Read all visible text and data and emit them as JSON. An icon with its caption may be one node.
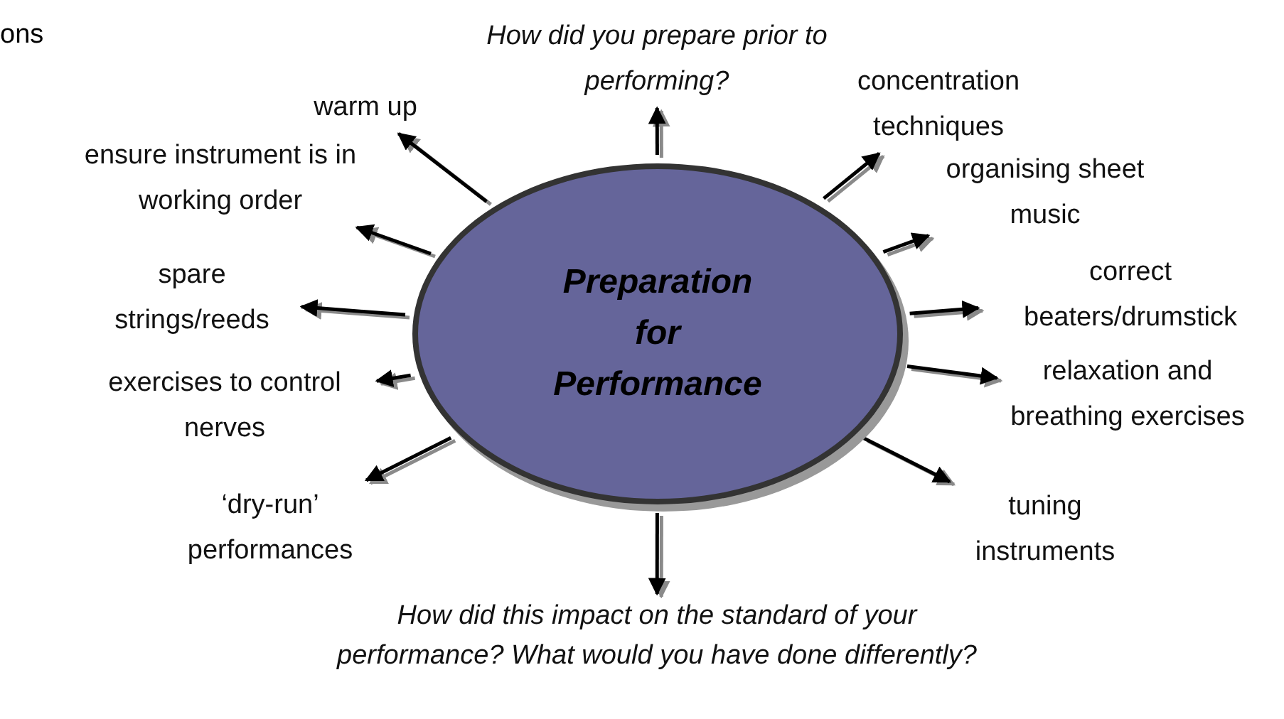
{
  "diagram": {
    "nodes": [
      {
        "text": [
          "Preparation for Performance"
        ]
      },
      {
        "text": [
          "How did you prepare prior to performing?"
        ]
      },
      {
        "text": [
          "warm up"
        ]
      },
      {
        "text": [
          "ensure instrument is in working order"
        ]
      },
      {
        "text": [
          "spare strings/reeds"
        ]
      },
      {
        "text": [
          "exercises to control nerves"
        ]
      },
      {
        "text": [
          "‘dry-run’ performances"
        ]
      },
      {
        "text": [
          "How did this impact on the standard of your performance? What would you have done differently?"
        ]
      },
      {
        "text": [
          "concentration techniques"
        ]
      },
      {
        "text": [
          "organising sheet music"
        ]
      },
      {
        "text": [
          "correct beaters/drumstick"
        ]
      },
      {
        "text": [
          "relaxation and breathing exercises"
        ]
      },
      {
        "text": [
          "tuning instruments"
        ]
      }
    ],
    "edges": [
      {
        "from": 0,
        "to": 1,
        "arrow": "to"
      },
      {
        "from": 0,
        "to": 2,
        "arrow": "to"
      },
      {
        "from": 0,
        "to": 3,
        "arrow": "to"
      },
      {
        "from": 0,
        "to": 4,
        "arrow": "to"
      },
      {
        "from": 0,
        "to": 5,
        "arrow": "to"
      },
      {
        "from": 0,
        "to": 6,
        "arrow": "to"
      },
      {
        "from": 0,
        "to": 7,
        "arrow": "to"
      },
      {
        "from": 0,
        "to": 8,
        "arrow": "to"
      },
      {
        "from": 0,
        "to": 9,
        "arrow": "to"
      },
      {
        "from": 0,
        "to": 10,
        "arrow": "to"
      },
      {
        "from": 0,
        "to": 11,
        "arrow": "to"
      },
      {
        "from": 0,
        "to": 12,
        "arrow": "to"
      }
    ],
    "labels": [
      "ons"
    ]
  }
}
